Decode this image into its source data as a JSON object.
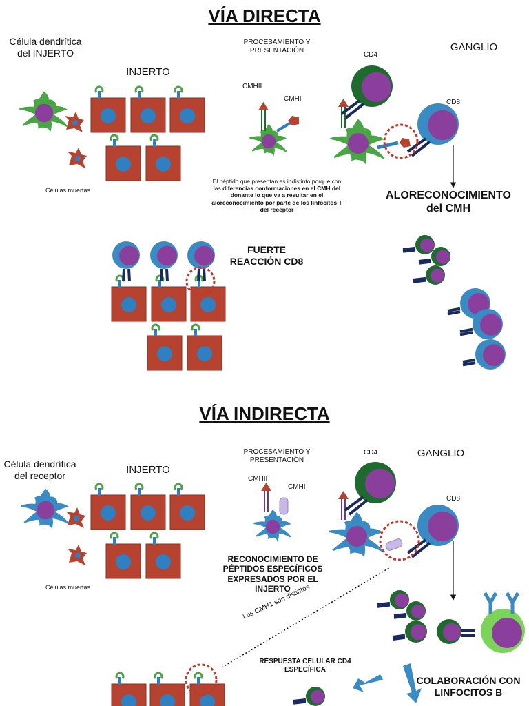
{
  "direct": {
    "title": "VÍA DIRECTA",
    "donor_dc_label": "Célula dendrítica\ndel INJERTO",
    "graft_label": "INJERTO",
    "processing_label": "PROCESAMIENTO Y\nPRESENTACIÓN",
    "mhc2_label": "CMHII",
    "mhc1_label": "CMHI",
    "cd4_label": "CD4",
    "node_label": "GANGLIO",
    "cd8_label": "CD8",
    "dead_cells_label": "Células muertas",
    "note_parts": [
      "El péptido que presentan es indistinto porque con las ",
      "diferencias conformaciones en el CMH del donante lo que va a resultar en el aloreconocimiento por parte de los linfocitos T del receptor"
    ],
    "allorecognition_label": "ALORECONOCIMIENTO\ndel CMH",
    "cd8_reaction_label": "FUERTE\nREACCIÓN CD8"
  },
  "indirect": {
    "title": "VÍA INDIRECTA",
    "recipient_dc_label": "Célula dendrítica\ndel receptor",
    "graft_label": "INJERTO",
    "processing_label": "PROCESAMIENTO Y\nPRESENTACIÓN",
    "mhc2_label": "CMHII",
    "mhc1_label": "CMHI",
    "cd4_label": "CD4",
    "node_label": "GANGLIO",
    "cd8_label": "CD8",
    "dead_cells_label": "Células muertas",
    "peptide_recognition_label": "RECONOCIMIENTO DE\nPÉPTIDOS ESPECÍFICOS\nEXPRESADOS POR EL\nINJERTO",
    "mhc1_distinct_label": "Los CMH1 son distintos",
    "cd4_response_label": "RESPUESTA CELULAR CD4\nESPECÍFICA",
    "b_cell_label": "COLABORACIÓN CON\nLINFOCITOS B"
  },
  "colors": {
    "graft_cell": "#b5432f",
    "nucleus_blue": "#2f7fc1",
    "green_dc": "#4aa545",
    "blue_dc": "#3a8bc4",
    "purple": "#8a3f9c",
    "dark_green": "#1f6a2e",
    "light_green": "#7bd35a",
    "navy": "#1a2a5c",
    "red_dashed": "#c0392b"
  }
}
